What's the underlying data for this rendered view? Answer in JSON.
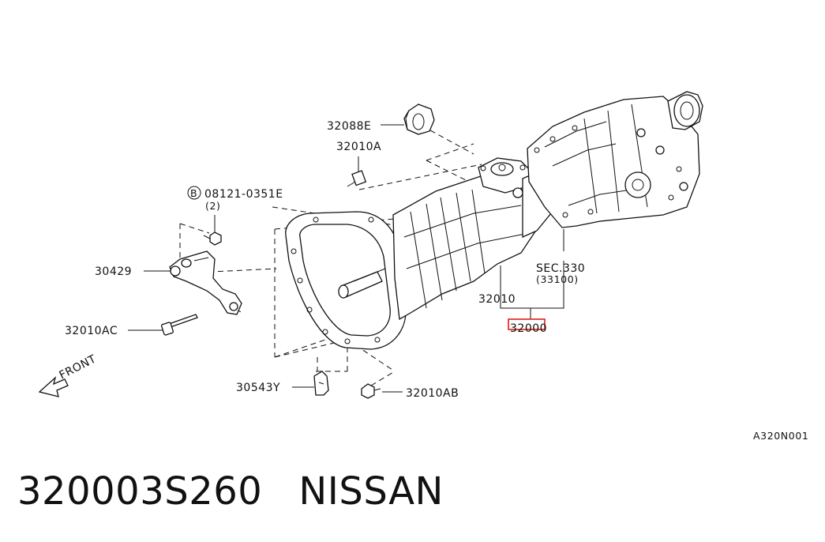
{
  "diagram": {
    "labels": {
      "p32088E": "32088E",
      "p32010A": "32010A",
      "bolt_ref": "08121-0351E",
      "bolt_circle": "B",
      "bolt_qty": "(2)",
      "p30429": "30429",
      "p32010AC": "32010AC",
      "front": "FRONT",
      "p30543Y": "30543Y",
      "p32010AB": "32010AB",
      "p32010": "32010",
      "sec": "SEC.330",
      "sec_ref": "(33100)",
      "p32000": "32000",
      "drawing_code": "A320N001"
    },
    "highlight_color": "#e31b1b"
  },
  "footer": {
    "part_number": "320003S260",
    "brand": "NISSAN"
  }
}
